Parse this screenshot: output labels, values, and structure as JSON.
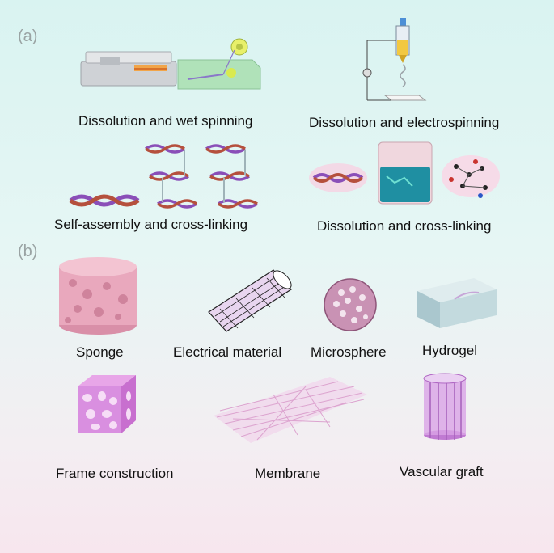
{
  "panel_a": {
    "label": "(a)",
    "methods": [
      "Dissolution and wet spinning",
      "Dissolution and electrospinning",
      "Self-assembly and cross-linking",
      "Dissolution and cross-linking"
    ]
  },
  "panel_b": {
    "label": "(b)",
    "forms": [
      "Sponge",
      "Electrical material",
      "Microsphere",
      "Hydrogel",
      "Frame construction",
      "Membrane",
      "Vascular graft"
    ]
  },
  "colors": {
    "background_top": "#d9f3f1",
    "background_bottom": "#f7e6ee",
    "helix_purple": "#8a4fb8",
    "helix_red": "#b5503d",
    "material_pink": "#e9b6c8",
    "material_violet": "#d98fe0"
  }
}
